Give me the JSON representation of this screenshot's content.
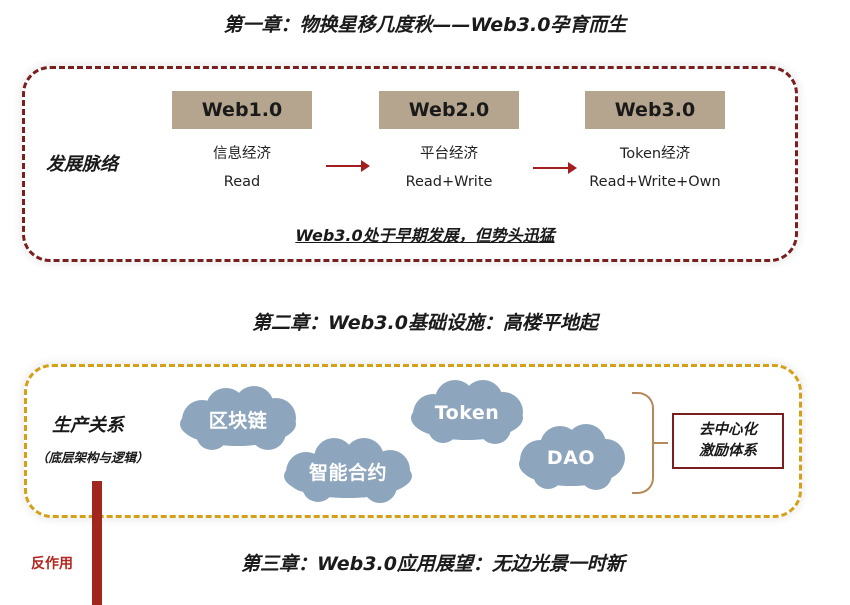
{
  "chapters": {
    "ch1_title": "第一章：物换星移几度秋——Web3.0孕育而生",
    "ch2_title": "第二章：Web3.0基础设施：高楼平地起",
    "ch3_title": "第三章：Web3.0应用展望：无边光景一时新"
  },
  "timeline": {
    "label": "发展脉络",
    "eras": [
      {
        "tag": "Web1.0",
        "line1": "信息经济",
        "line2": "Read"
      },
      {
        "tag": "Web2.0",
        "line1": "平台经济",
        "line2": "Read+Write"
      },
      {
        "tag": "Web3.0",
        "line1": "Token经济",
        "line2": "Read+Write+Own"
      }
    ],
    "summary": "Web3.0处于早期发展，但势头迅猛"
  },
  "infrastructure": {
    "label": "生产关系",
    "sublabel": "（底层架构与逻辑）",
    "clouds": [
      "区块链",
      "智能合约",
      "Token",
      "DAO"
    ],
    "result_line1": "去中心化",
    "result_line2": "激励体系"
  },
  "feedback_label": "反作用",
  "colors": {
    "frame1_border": "#7a1f1f",
    "frame2_border": "#d4a017",
    "era_tag_bg": "#b5a48e",
    "cloud_fill": "#8ea6bd",
    "arrow": "#a31f1f",
    "feedback_bar": "#a0261e"
  }
}
